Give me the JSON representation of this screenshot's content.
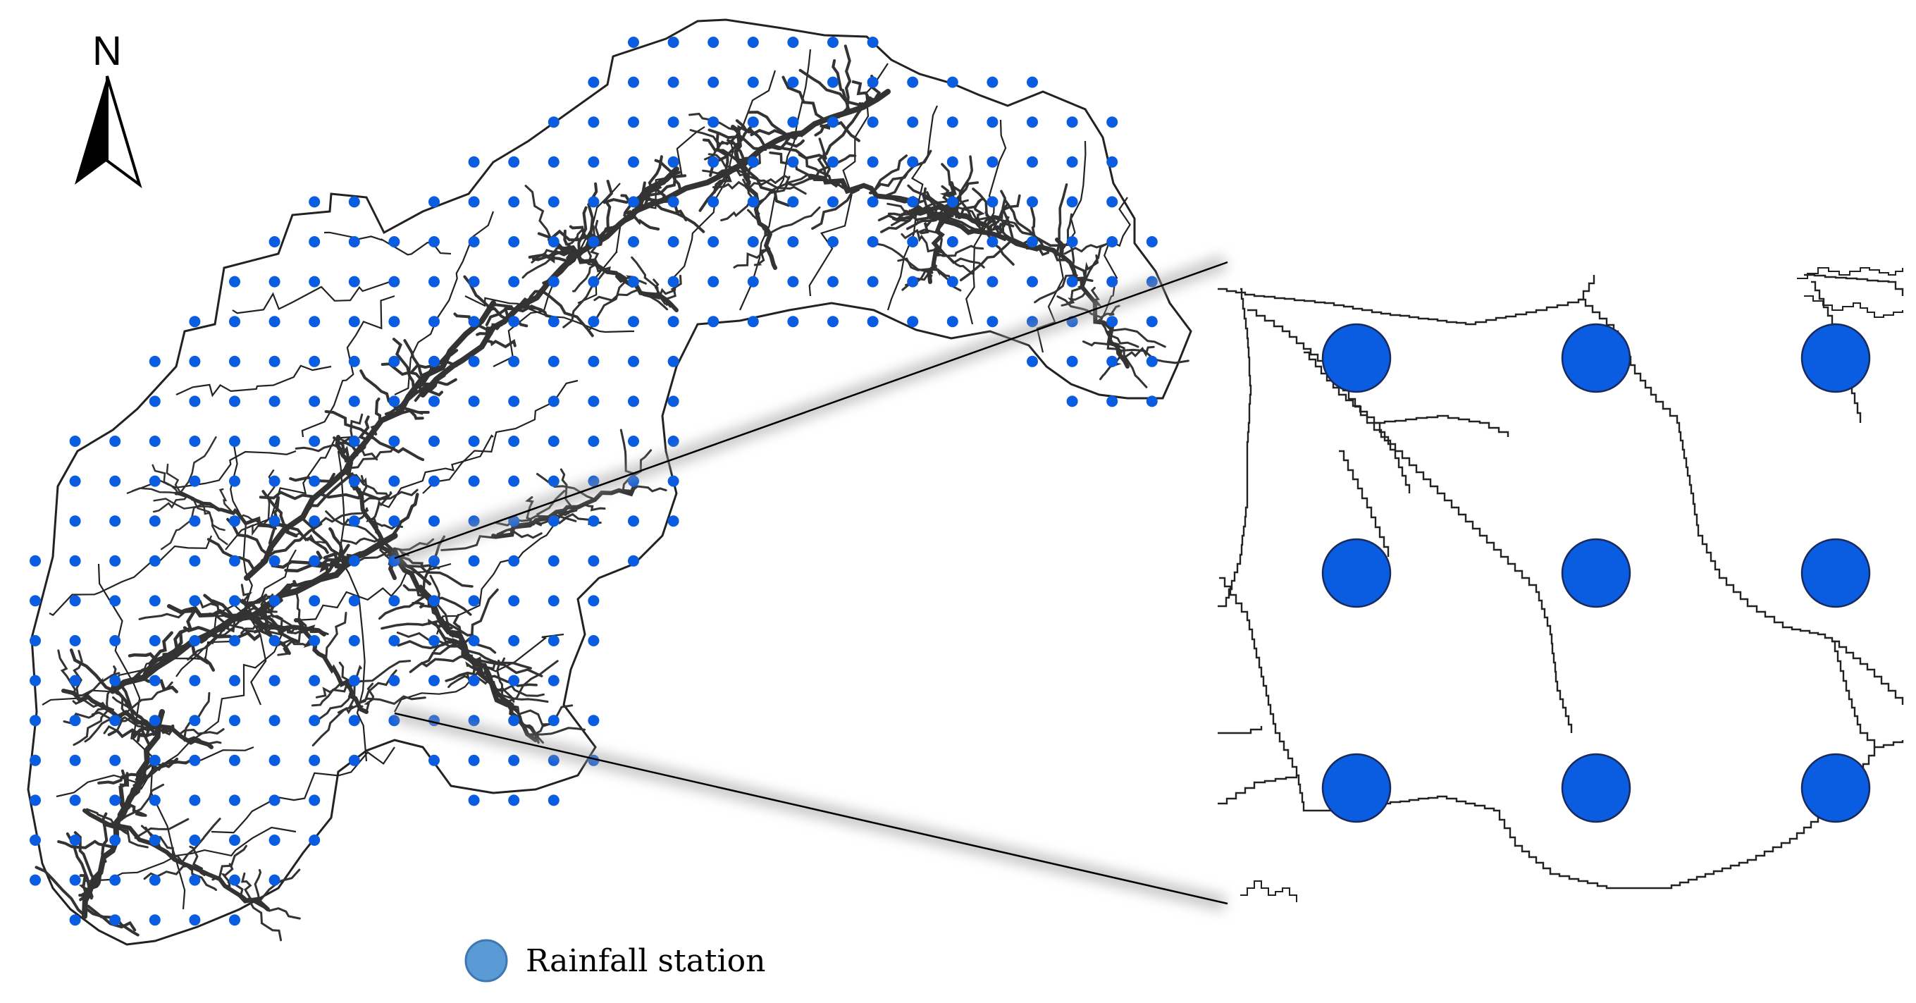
{
  "north_arrow": {
    "label": "N"
  },
  "legend": {
    "items": [
      {
        "label": "Rainfall station",
        "symbol": "circle",
        "color": "#5b9bd5"
      }
    ]
  },
  "colors": {
    "station_fill": "#0a5ce0",
    "station_stroke": "#1a2a5a",
    "boundary": "#222222",
    "stream": "#333333",
    "leader_line": "#000000",
    "halo": "#9a9a9a"
  },
  "layers": [
    "subbasin-boundaries",
    "stream-network",
    "rainfall-stations"
  ],
  "inset": {
    "description_visible": false,
    "stations_shown": 9
  }
}
